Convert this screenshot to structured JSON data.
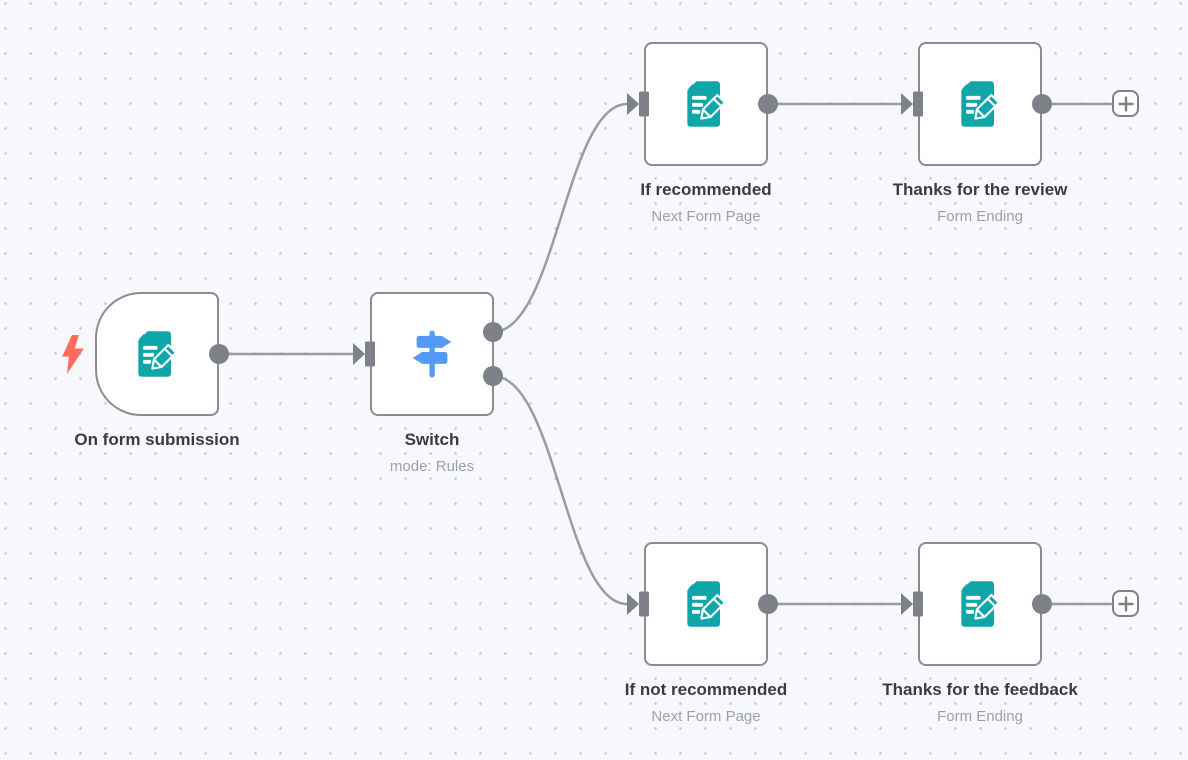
{
  "canvas": {
    "background_color": "#f7f8fb",
    "dot_grid_color": "#c7cbd6"
  },
  "colors": {
    "form_icon_teal": "#0fa6a9",
    "switch_icon_blue": "#549bf7",
    "trigger_bolt_coral": "#ff6d5a",
    "edge_gray": "#9b9ca2",
    "connector_gray": "#7f8189",
    "node_border_gray": "#8b8c93",
    "label_dark": "#3a3b44",
    "subtitle_gray": "#9da0a8"
  },
  "nodes": [
    {
      "id": "on-form-submission",
      "label": "On form submission",
      "subtitle": "",
      "icon": "form-pencil-icon",
      "is_trigger": true
    },
    {
      "id": "switch",
      "label": "Switch",
      "subtitle": "mode: Rules",
      "icon": "signpost-icon",
      "is_trigger": false
    },
    {
      "id": "if-recommended",
      "label": "If recommended",
      "subtitle": "Next Form Page",
      "icon": "form-pencil-icon",
      "is_trigger": false
    },
    {
      "id": "thanks-for-the-review",
      "label": "Thanks for the review",
      "subtitle": "Form Ending",
      "icon": "form-pencil-icon",
      "is_trigger": false
    },
    {
      "id": "if-not-recommended",
      "label": "If not recommended",
      "subtitle": "Next Form Page",
      "icon": "form-pencil-icon",
      "is_trigger": false
    },
    {
      "id": "thanks-for-the-feedback",
      "label": "Thanks for the feedback",
      "subtitle": "Form Ending",
      "icon": "form-pencil-icon",
      "is_trigger": false
    }
  ],
  "connections": [
    {
      "from": "on-form-submission",
      "to": "if-recommended / if-not-recommended via switch"
    },
    {
      "from": "switch (output 1)",
      "to": "if-recommended"
    },
    {
      "from": "switch (output 2)",
      "to": "if-not-recommended"
    },
    {
      "from": "if-recommended",
      "to": "thanks-for-the-review"
    },
    {
      "from": "if-not-recommended",
      "to": "thanks-for-the-feedback"
    },
    {
      "from": "thanks-for-the-review",
      "to": "add-node-button"
    },
    {
      "from": "thanks-for-the-feedback",
      "to": "add-node-button"
    }
  ],
  "add_button": {
    "glyph": "+"
  }
}
